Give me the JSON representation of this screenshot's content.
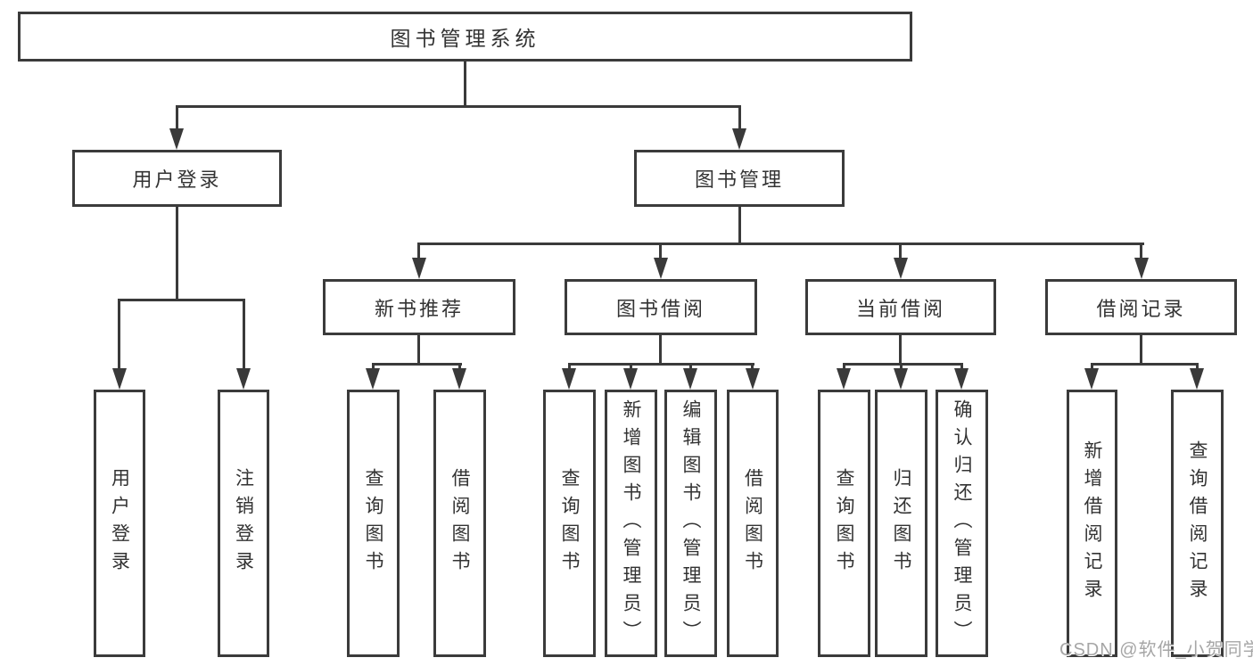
{
  "hierarchy": {
    "label": "图书管理系统",
    "children": [
      {
        "label": "用户登录",
        "children": [
          {
            "label": "用户登录"
          },
          {
            "label": "注销登录"
          }
        ]
      },
      {
        "label": "图书管理",
        "children": [
          {
            "label": "新书推荐",
            "children": [
              {
                "label": "查询图书"
              },
              {
                "label": "借阅图书"
              }
            ]
          },
          {
            "label": "图书借阅",
            "children": [
              {
                "label": "查询图书"
              },
              {
                "label": "新增图书（管理员）"
              },
              {
                "label": "编辑图书（管理员）"
              },
              {
                "label": "借阅图书"
              }
            ]
          },
          {
            "label": "当前借阅",
            "children": [
              {
                "label": "查询图书"
              },
              {
                "label": "归还图书"
              },
              {
                "label": "确认归还（管理员）"
              }
            ]
          },
          {
            "label": "借阅记录",
            "children": [
              {
                "label": "新增借阅记录"
              },
              {
                "label": "查询借阅记录"
              }
            ]
          }
        ]
      }
    ]
  },
  "watermark": "CSDN @软件_小贺同学",
  "colors": {
    "line": "#3a3a3a",
    "box_border": "#3b3b3b",
    "text": "#333333",
    "watermark": "#a6a6a6",
    "background": "#ffffff"
  }
}
